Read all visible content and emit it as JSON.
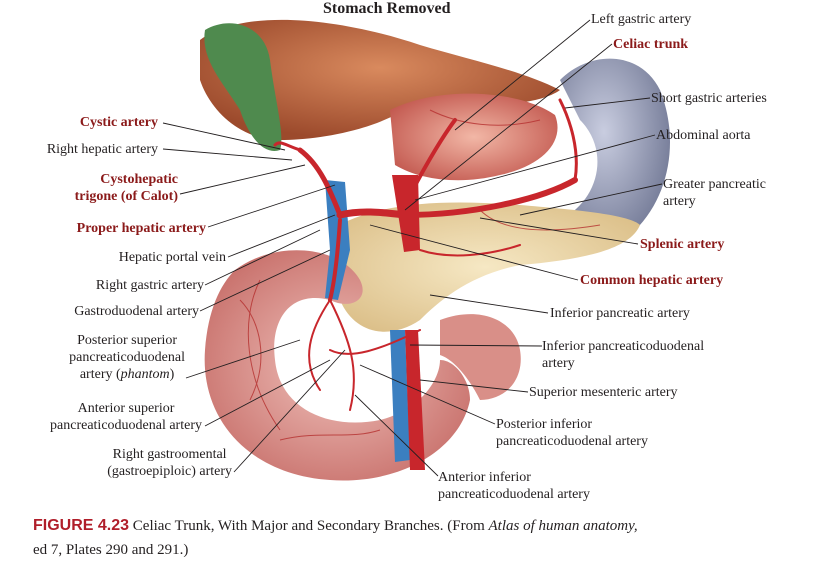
{
  "title": "Stomach Removed",
  "labels": {
    "left_gastric": "Left gastric artery",
    "celiac_trunk": "Celiac trunk",
    "short_gastric": "Short gastric arteries",
    "abdominal_aorta": "Abdominal aorta",
    "greater_pancreatic_1": "Greater pancreatic",
    "greater_pancreatic_2": "artery",
    "splenic": "Splenic artery",
    "common_hepatic": "Common hepatic artery",
    "inferior_pancreatic": "Inferior pancreatic artery",
    "ipd_1": "Inferior pancreaticoduodenal",
    "ipd_2": "artery",
    "sma": "Superior mesenteric artery",
    "pipd_1": "Posterior inferior",
    "pipd_2": "pancreaticoduodenal artery",
    "aipd_1": "Anterior inferior",
    "aipd_2": "pancreaticoduodenal artery",
    "cystic": "Cystic artery",
    "right_hepatic": "Right hepatic artery",
    "calot_1": "Cystohepatic",
    "calot_2": "trigone (of Calot)",
    "proper_hepatic": "Proper hepatic artery",
    "portal_vein": "Hepatic portal vein",
    "right_gastric": "Right gastric artery",
    "gastroduodenal": "Gastroduodenal artery",
    "pspd_1": "Posterior superior",
    "pspd_2": "pancreaticoduodenal",
    "pspd_3a": "artery (",
    "pspd_3b": "phantom",
    "pspd_3c": ")",
    "aspd_1": "Anterior superior",
    "aspd_2": "pancreaticoduodenal artery",
    "rgo_1": "Right gastroomental",
    "rgo_2": "(gastroepiploic) artery"
  },
  "caption": {
    "figure": "FIGURE 4.23",
    "text1": " Celiac Trunk, With Major and Secondary Branches. (From ",
    "atlas": "Atlas of human anatomy,",
    "text2": "ed 7, Plates 290 and 291.)"
  },
  "colors": {
    "accent_red": "#8b1a1a",
    "figure_red": "#b01e2a",
    "artery": "#c8262c",
    "vein": "#3b7fc0",
    "pancreas": "#efdcb0",
    "duodenum": "#e3a3a0",
    "spleen": "#8e95ad",
    "gallbladder": "#4f8a4e"
  }
}
